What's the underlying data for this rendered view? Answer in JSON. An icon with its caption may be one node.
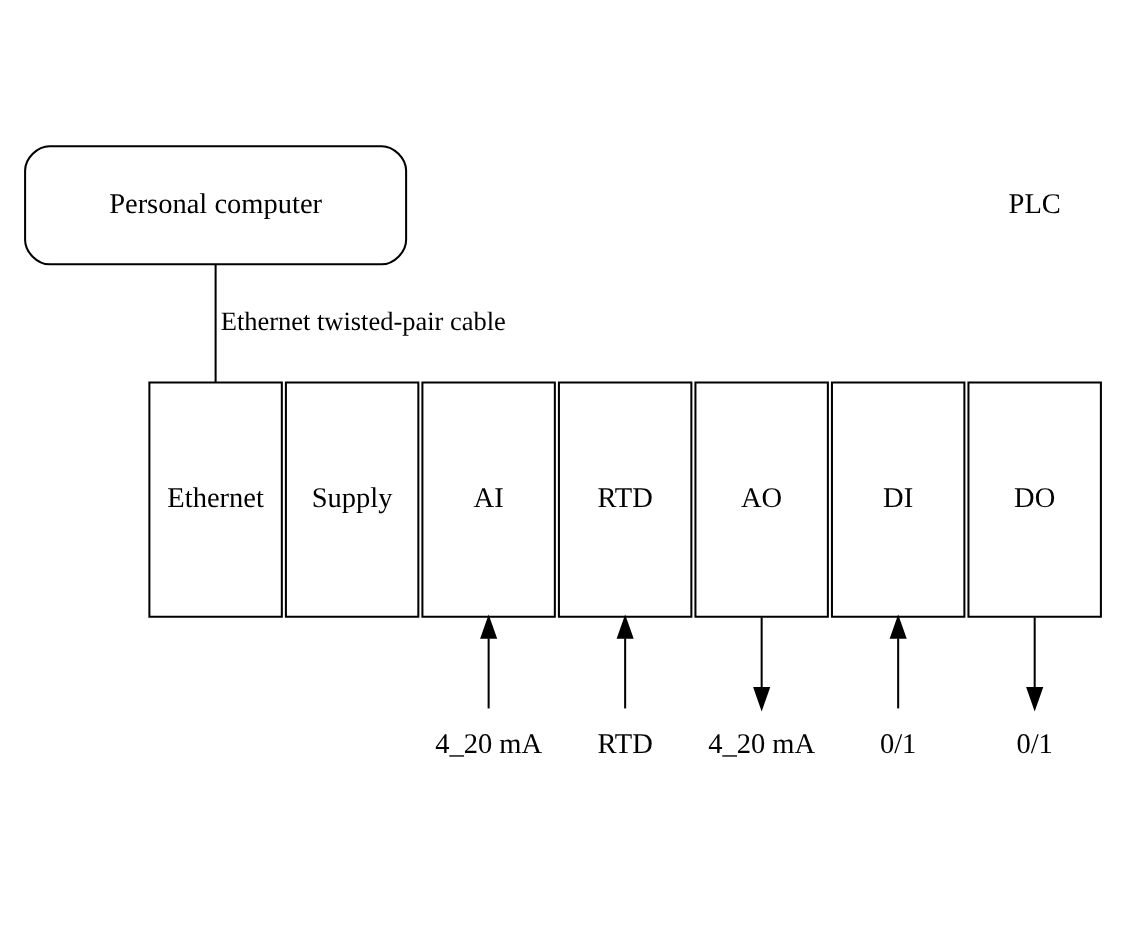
{
  "diagram": {
    "nodes": [
      {
        "text": [
          "Personal computer"
        ]
      },
      {
        "text": [
          "Ethernet"
        ]
      },
      {
        "text": [
          "Supply"
        ]
      },
      {
        "text": [
          "AI"
        ]
      },
      {
        "text": [
          "RTD"
        ]
      },
      {
        "text": [
          "AO"
        ]
      },
      {
        "text": [
          "DI"
        ]
      },
      {
        "text": [
          "DO"
        ]
      },
      {
        "text": [
          "4_20 mA"
        ]
      },
      {
        "text": [
          "RTD"
        ]
      },
      {
        "text": [
          "4_20 mA"
        ]
      },
      {
        "text": [
          "0/1"
        ]
      },
      {
        "text": [
          "0/1"
        ]
      }
    ],
    "edges": [
      {
        "from": 0,
        "to": 1,
        "arrow": "none",
        "label": "Ethernet twisted-pair cable"
      },
      {
        "from": 8,
        "to": 3,
        "arrow": "to"
      },
      {
        "from": 9,
        "to": 4,
        "arrow": "to"
      },
      {
        "from": 5,
        "to": 10,
        "arrow": "to"
      },
      {
        "from": 11,
        "to": 6,
        "arrow": "to"
      },
      {
        "from": 7,
        "to": 12,
        "arrow": "to"
      }
    ],
    "labels": [
      "PLC"
    ]
  }
}
